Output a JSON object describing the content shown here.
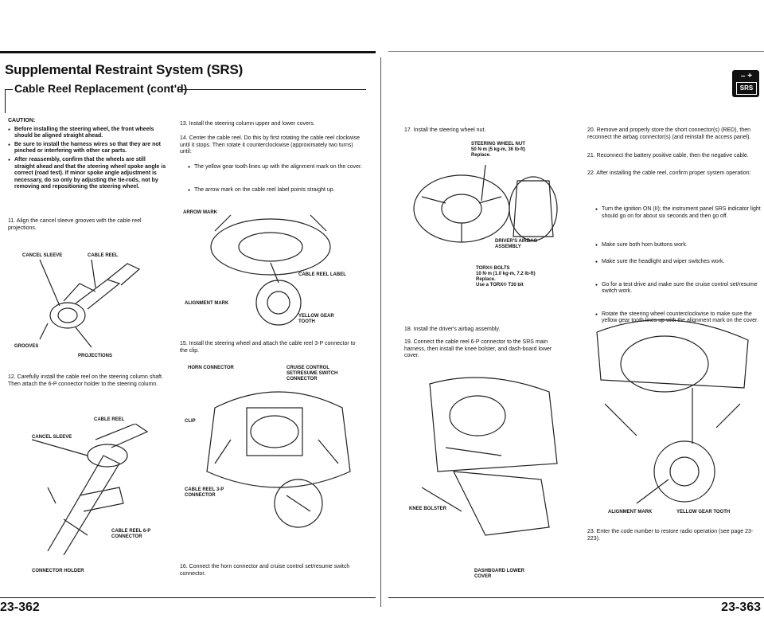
{
  "header": {
    "title": "Supplemental Restraint System (SRS)",
    "subtitle": "Cable Reel Replacement (cont'd)",
    "badge": "SRS",
    "badge_symbol": "– +"
  },
  "caution": {
    "heading": "CAUTION:",
    "items": [
      "Before installing the steering wheel, the front wheels should be aligned straight ahead.",
      "Be sure to install the harness wires so that they are not pinched or interfering with other car parts.",
      "After reassembly, confirm that the wheels are still straight ahead and that the steering wheel spoke angle is correct (road test). If minor spoke angle adjustment is necessary, do so only by adjusting the tie-rods, not by removing and repositioning the steering wheel."
    ]
  },
  "steps": {
    "s11": "11. Align the cancel sleeve grooves with the cable reel projections.",
    "s12": "12. Carefully install the cable reel on the steering column shaft. Then attach the 6-P connector holder to the steering column.",
    "s13": "13. Install the steering column upper and lower covers.",
    "s14": "14. Center the cable reel. Do this by first rotating the cable reel clockwise until it stops. Then rotate it counterclockwise (approximately two turns) until:",
    "s14a": "The yellow gear tooth lines up with the alignment mark on the cover.",
    "s14b": "The arrow mark on the cable reel label points straight up.",
    "s15": "15. Install the steering wheel and attach the cable reel 3-P connector to the clip.",
    "s16": "16. Connect the horn connector and cruise control set/resume switch connector.",
    "s17": "17. Install the steering wheel nut.",
    "s18": "18. Install the driver's airbag assembly.",
    "s19": "19. Connect the cable reel 6-P connector to the SRS main harness, then install the knee bolster, and dash-board lower cover.",
    "s20": "20. Remove and properly store the short connector(s) (RED), then reconnect the airbag connector(s) (and reinstall the access panel).",
    "s21": "21. Reconnect the battery positive cable, then the negative cable.",
    "s22": "22. After installing the cable reel, confirm proper system operation:",
    "s22a": "Turn the ignition ON (II); the instrument panel SRS indicator light should go on for about six seconds and then go off.",
    "s22b": "Make sure both horn buttons work.",
    "s22c": "Make sure the headlight and wiper switches work.",
    "s22d": "Go for a test drive and make sure the cruise control set/resume switch work.",
    "s22e": "Rotate the steering wheel counterclockwise to make sure the yellow gear tooth lines up with the alignment mark on the cover.",
    "s23": "23. Enter the code number to restore radio operation (see page 23-223)."
  },
  "labels": {
    "cancel_sleeve": "CANCEL SLEEVE",
    "cable_reel": "CABLE REEL",
    "grooves": "GROOVES",
    "projections": "PROJECTIONS",
    "cable_reel_6p": "CABLE REEL 6-P CONNECTOR",
    "connector_holder": "CONNECTOR HOLDER",
    "arrow_mark": "ARROW MARK",
    "cable_reel_label": "CABLE REEL LABEL",
    "alignment_mark": "ALIGNMENT MARK",
    "yellow_gear": "YELLOW GEAR TOOTH",
    "horn_connector": "HORN CONNECTOR",
    "cruise_switch": "CRUISE CONTROL SET/RESUME SWITCH CONNECTOR",
    "clip": "CLIP",
    "cable_reel_3p": "CABLE REEL 3-P CONNECTOR",
    "wheel_nut": "STEERING WHEEL NUT",
    "wheel_nut_torque": "50 N·m (5 kg-m, 36 lb-ft)",
    "replace": "Replace.",
    "airbag_assembly": "DRIVER'S AIRBAG ASSEMBLY",
    "torx_bolts": "TORX® BOLTS",
    "torx_torque": "10 N·m (1.0 kg-m, 7.2 lb-ft)",
    "torx_replace": "Replace.",
    "torx_bit": "Use a TORX® T30 bit",
    "knee_bolster": "KNEE BOLSTER",
    "dash_lower": "DASHBOARD LOWER COVER",
    "alignment_mark2": "ALIGNMENT MARK",
    "yellow_gear2": "YELLOW GEAR TOOTH"
  },
  "footer": {
    "left_page": "23-362",
    "right_page": "23-363"
  }
}
